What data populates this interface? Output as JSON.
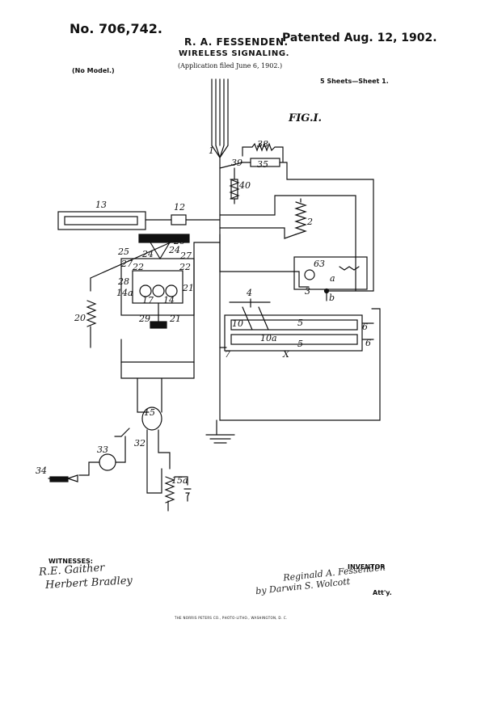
{
  "header": {
    "patent_number": "No. 706,742.",
    "patent_date": "Patented Aug. 12, 1902.",
    "inventor_name": "R. A. FESSENDEN.",
    "title": "WIRELESS SIGNALING.",
    "application": "(Application filed June 6, 1902.)",
    "model_note": "(No Model.)",
    "sheet_note": "5 Sheets—Sheet 1."
  },
  "figure": {
    "label": "FIG.I.",
    "reference_numerals": [
      "1",
      "2",
      "3",
      "4",
      "5",
      "6",
      "7",
      "10",
      "10a",
      "12",
      "13",
      "14",
      "14a",
      "15",
      "15a",
      "17",
      "20",
      "21",
      "22",
      "24",
      "25",
      "26",
      "27",
      "28",
      "29",
      "32",
      "33",
      "34",
      "35",
      "38",
      "39",
      "40",
      "63",
      "a",
      "b",
      "X"
    ]
  },
  "footer": {
    "witnesses_label": "WITNESSES:",
    "witness_1": "R.E. Gaither",
    "witness_2": "Herbert Bradley",
    "inventor_label": "INVENTOR",
    "inventor_signature": "Reginald A. Fessenden",
    "attorney_signature": "by Darwin S. Wolcott",
    "attorney_label": "Att'y.",
    "printer_line": "THE NORRIS PETERS CO., PHOTO-LITHO., WASHINGTON, D. C."
  }
}
